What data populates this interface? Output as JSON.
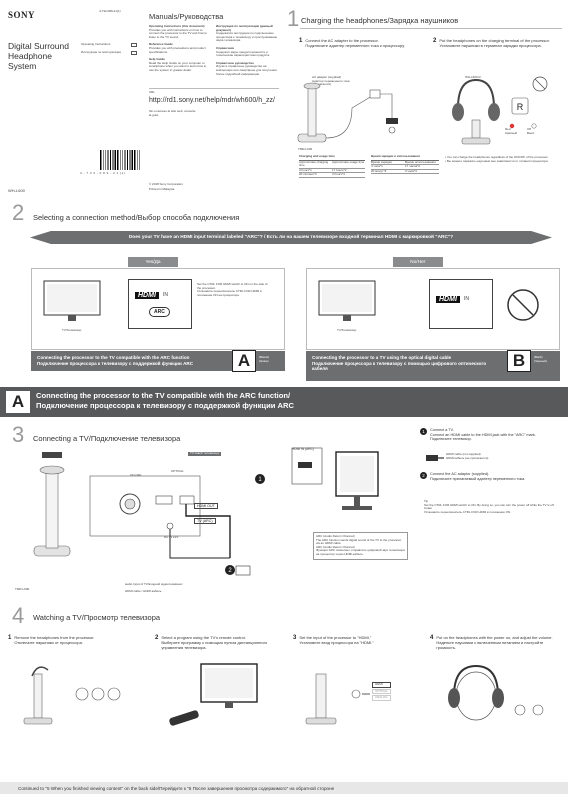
{
  "header": {
    "brand": "SONY",
    "code": "4-732-089-21(1)",
    "product_name": "Digital Surround\nHeadphone\nSystem",
    "legend": [
      {
        "label": "Operating Instructions"
      },
      {
        "label": "Инструкция по эксплуатации"
      }
    ],
    "model": "WH-L600",
    "barcode_text": "4 - 7 3 2 - 0 8 9 - 2 1 (1)",
    "copyright": "© 2018 Sony Corporation",
    "printed": "Printed in Malaysia"
  },
  "manuals": {
    "title": "Manuals/Руководства",
    "col1": [
      {
        "h": "Operating Instructions (this document)",
        "t": "Provides you with instructions on how to connect the processor to the TV and how to listen to the TV sound."
      },
      {
        "h": "Reference Guide",
        "t": "Provides you with precautions and product specifications."
      },
      {
        "h": "Help Guide",
        "t": "Read the Help Guide on your computer or smartphone when you want to learn how to use the system in greater detail."
      }
    ],
    "col2": [
      {
        "h": "Инструкция по эксплуатации (данный документ)",
        "t": "Содержатся инструкции по подключению процессора к телевизору и прослушиванию звука телевизора."
      },
      {
        "h": "Справочник",
        "t": "Содержит меры предосторожности и технические характеристики продукта."
      },
      {
        "h": "Справочное руководство",
        "t": "Изучите справочное руководство на компьютере или смартфоне для получения более подробной информации."
      }
    ],
    "url_label": "URL",
    "url": "http://rd1.sony.net/help/mdr/wh600/h_zz/",
    "url_note": "Sin el acceso al sitio web, consulte la guía."
  },
  "s1": {
    "num": "1",
    "title": "Charging the headphones/Зарядка наушников",
    "step1_num": "1",
    "step1": "Connect the AC adapter to the processor.\nПодключите адаптер переменного тока к процессору.",
    "step2_num": "2",
    "step2": "Put the headphones on the charging terminal of the processor.\nУстановите наушники в терминал зарядки процессора.",
    "ac_label": "AC adapter (supplied)\nАдаптер переменного тока (прилагается)",
    "proc_label": "TMR-L600",
    "hp_label": "WH-L600 R",
    "red_label": "Red\nКрасный",
    "off_label": "Off\nВыкл.",
    "table1_title": "Charging and usage time",
    "table2_title": "Время зарядки и использования",
    "table1": [
      [
        "Approximate charging time",
        "Approximate usage time"
      ],
      [
        "4 hours*1",
        "17 hours*2"
      ],
      [
        "20 minutes*3",
        "3 hours*4"
      ]
    ],
    "table2": [
      [
        "Время зарядки",
        "Время использования"
      ],
      [
        "4 часа*1",
        "17 часов*2"
      ],
      [
        "20 минут*3",
        "3 часа*4"
      ]
    ],
    "notes": "• You can charge the headphones regardless of the ON/OFF of the processor.\n• Вы можете заряжать наушники вне зависимости от питания процессора."
  },
  "s2": {
    "num": "2",
    "title": "Selecting a connection method/Выбор способа подключения",
    "question": "Does your TV have an HDMI input terminal labeled \"ARC\"? / Есть ли на вашем телевизоре входной терминал HDMI с маркировкой \"ARC\"?",
    "yes": "Yes/Да",
    "no": "No/Нет",
    "tv": "TV/Телевизор",
    "hdmi": "HDMI",
    "in": "IN",
    "arc": "ARC",
    "yes_note": "Set the CTRL FOR HDMI switch to ON on the side of the processor.\nУстановите переключатель CTRL FOR HDMI в положение ON на процессоре.",
    "yes_text": "Connecting the processor to the TV compatible with the ARC function\nПодключение процессора к телевизору с поддержкой функции ARC",
    "no_text": "Connecting the processor to a TV using the optical digital cable\nПодключение процессора к телевизору с помощью цифрового оптического кабеля",
    "a": "A",
    "b": "B",
    "a_label": "(Below)\n(Ниже)",
    "b_label": "(Back)\n(Черный)"
  },
  "sa": {
    "letter": "A",
    "title": "Connecting the processor to the TV compatible with the ARC function/\nПодключение процессора к телевизору с поддержкой функции ARC"
  },
  "s3": {
    "num": "3",
    "title": "Connecting a TV/Подключение телевизора",
    "hdmi_in_arc": "HDMI IN (ARC)",
    "to_tv": "TV side/К телевизору",
    "hdmi_out": "HDMI OUT",
    "tv_arc": "TV (ARC)",
    "optical": "OPTICAL",
    "dc_in": "DC IN 12V",
    "on_off": "ON OFF",
    "proc_label": "TMR-L600",
    "audio_note": "audio Input of TV/входной аудиотерминал",
    "hdmi_cable": "HDMI cable / HDMI-кабель",
    "arc_box": "ARC (Audio Return Channel)\nThe ARC function sends digital sound of the TV to the processor via an HDMI cable.\nARC (Audio Return Channel)\nФункция ARC позволяет отправлять цифровой звук телевизора на процессор через HDMI-кабель.",
    "right1_num": "1",
    "right1": "Connect a TV.\nConnect an HDMI cable to the HDMI jack with the \"ARC\" mark.\nПодключите телевизор.",
    "right_cable": "HDMI cable (not supplied)\nHDMI-кабель (не прилагается)",
    "right2_num": "2",
    "right2": "Connect the AC adaptor (supplied).\nПодключите прилагаемый адаптер переменного тока.",
    "tip": "Tip\nSet the CTRL FOR HDMI switch to ON. By doing so, you can turn the power off while the TV is off.\nСовет\nУстановите переключатель CTRL FOR HDMI в положение ON."
  },
  "s4": {
    "num": "4",
    "title": "Watching a TV/Просмотр телевизора",
    "steps": [
      {
        "num": "1",
        "text": "Remove the headphones from the processor.\nОтключите наушники от процессора."
      },
      {
        "num": "2",
        "text": "Select a program using the TV's remote control.\nВыберите программу с помощью пульта дистанционного управления телевизора."
      },
      {
        "num": "3",
        "text": "Set the input of the processor to \"HDMI.\"\nУстановите вход процессора на \"HDMI.\""
      },
      {
        "num": "4",
        "text": "Put on the headphones with the power on, and adjust the volume.\nНаденьте наушники с включенным питанием и настройте громкость."
      }
    ],
    "input_labels": [
      "HDMI",
      "OPTICAL",
      "ANALOG"
    ],
    "footer": "Continued to \"5 When you finished viewing content\" on the back side/Перейдите к \"5 После завершения просмотра содержимого\" на обратной стороне"
  }
}
